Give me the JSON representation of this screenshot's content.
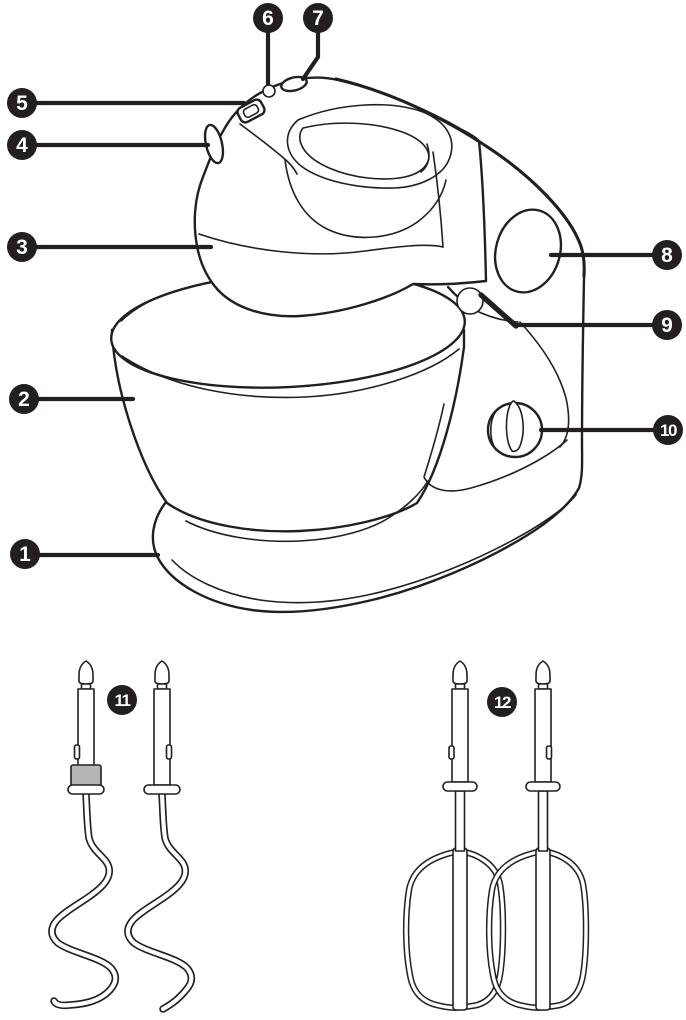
{
  "figure": {
    "colors": {
      "background": "#ffffff",
      "line": "#231f20",
      "bubble_fill": "#231f20",
      "bubble_text": "#ffffff",
      "collar": "#b5b6b8"
    }
  },
  "callouts": [
    {
      "label": "1"
    },
    {
      "label": "2"
    },
    {
      "label": "3"
    },
    {
      "label": "4"
    },
    {
      "label": "5"
    },
    {
      "label": "6"
    },
    {
      "label": "7"
    },
    {
      "label": "8"
    },
    {
      "label": "9"
    },
    {
      "label": "10"
    },
    {
      "label": "11"
    },
    {
      "label": "12"
    }
  ]
}
